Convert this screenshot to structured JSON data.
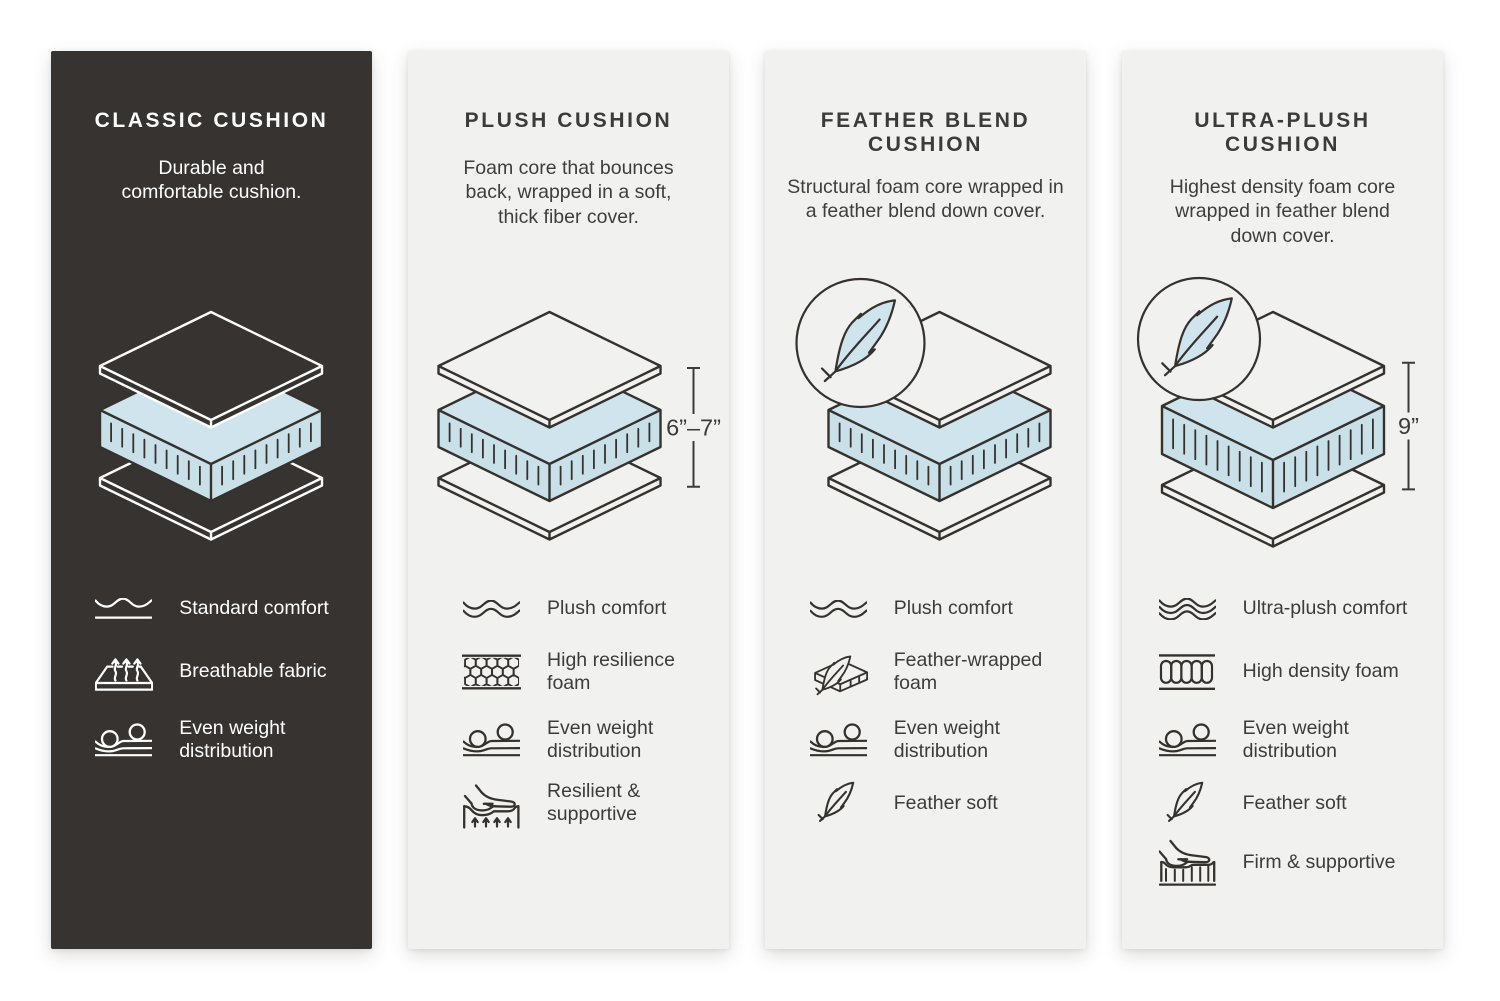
{
  "theme": {
    "page_bg": "#ffffff",
    "card_bg": "#f1f1ef",
    "dark_card_bg": "#373330",
    "text_dark": "#3b3b3b",
    "text_white": "#ffffff",
    "foam_blue_top": "#cfe4ec",
    "foam_blue_side": "#c9e0e9",
    "outline_dark": "#35322e",
    "outline_white": "#ffffff"
  },
  "cards": [
    {
      "id": "classic-cushion",
      "style": "dark",
      "title": [
        "CLASSIC CUSHION"
      ],
      "description": [
        "Durable and",
        "comfortable cushion."
      ],
      "diagram": {
        "type": "layered-cushion",
        "feather_badge": false,
        "dimension_label": "",
        "core": "standard"
      },
      "features": [
        {
          "icon": "wave-single-icon",
          "label": [
            "Standard comfort"
          ]
        },
        {
          "icon": "breathable-fabric-icon",
          "label": [
            "Breathable fabric"
          ]
        },
        {
          "icon": "even-weight-icon",
          "label": [
            "Even weight",
            "distribution"
          ]
        }
      ]
    },
    {
      "id": "plush-cushion",
      "style": "light",
      "title": [
        "PLUSH CUSHION"
      ],
      "description": [
        "Foam core that bounces",
        "back, wrapped in a soft,",
        "thick fiber cover."
      ],
      "diagram": {
        "type": "layered-cushion",
        "feather_badge": false,
        "dimension_label": "6”–7”",
        "core": "standard"
      },
      "features": [
        {
          "icon": "wave-double-icon",
          "label": [
            "Plush comfort"
          ]
        },
        {
          "icon": "honeycomb-foam-icon",
          "label": [
            "High resilience",
            "foam"
          ]
        },
        {
          "icon": "even-weight-icon",
          "label": [
            "Even weight",
            "distribution"
          ]
        },
        {
          "icon": "resilient-supportive-icon",
          "label": [
            "Resilient &",
            "supportive"
          ]
        }
      ]
    },
    {
      "id": "feather-blend-cushion",
      "style": "light",
      "title": [
        "FEATHER BLEND",
        "CUSHION"
      ],
      "description": [
        "Structural foam core wrapped in",
        "a feather blend down cover."
      ],
      "diagram": {
        "type": "layered-cushion",
        "feather_badge": true,
        "dimension_label": "",
        "core": "standard"
      },
      "features": [
        {
          "icon": "wave-double-icon",
          "label": [
            "Plush comfort"
          ]
        },
        {
          "icon": "feather-wrapped-foam-icon",
          "label": [
            "Feather-wrapped",
            "foam"
          ]
        },
        {
          "icon": "even-weight-icon",
          "label": [
            "Even weight",
            "distribution"
          ]
        },
        {
          "icon": "feather-icon",
          "label": [
            "Feather soft"
          ]
        }
      ]
    },
    {
      "id": "ultra-plush-cushion",
      "style": "light",
      "title": [
        "ULTRA-PLUSH",
        "CUSHION"
      ],
      "description": [
        "Highest density foam core",
        "wrapped in feather blend",
        "down cover."
      ],
      "diagram": {
        "type": "layered-cushion",
        "feather_badge": true,
        "dimension_label": "9”",
        "core": "thick"
      },
      "features": [
        {
          "icon": "wave-triple-icon",
          "label": [
            "Ultra-plush comfort"
          ]
        },
        {
          "icon": "high-density-foam-icon",
          "label": [
            "High density foam"
          ]
        },
        {
          "icon": "even-weight-icon",
          "label": [
            "Even weight",
            "distribution"
          ]
        },
        {
          "icon": "feather-icon",
          "label": [
            "Feather soft"
          ]
        },
        {
          "icon": "firm-supportive-icon",
          "label": [
            "Firm & supportive"
          ]
        }
      ]
    }
  ]
}
